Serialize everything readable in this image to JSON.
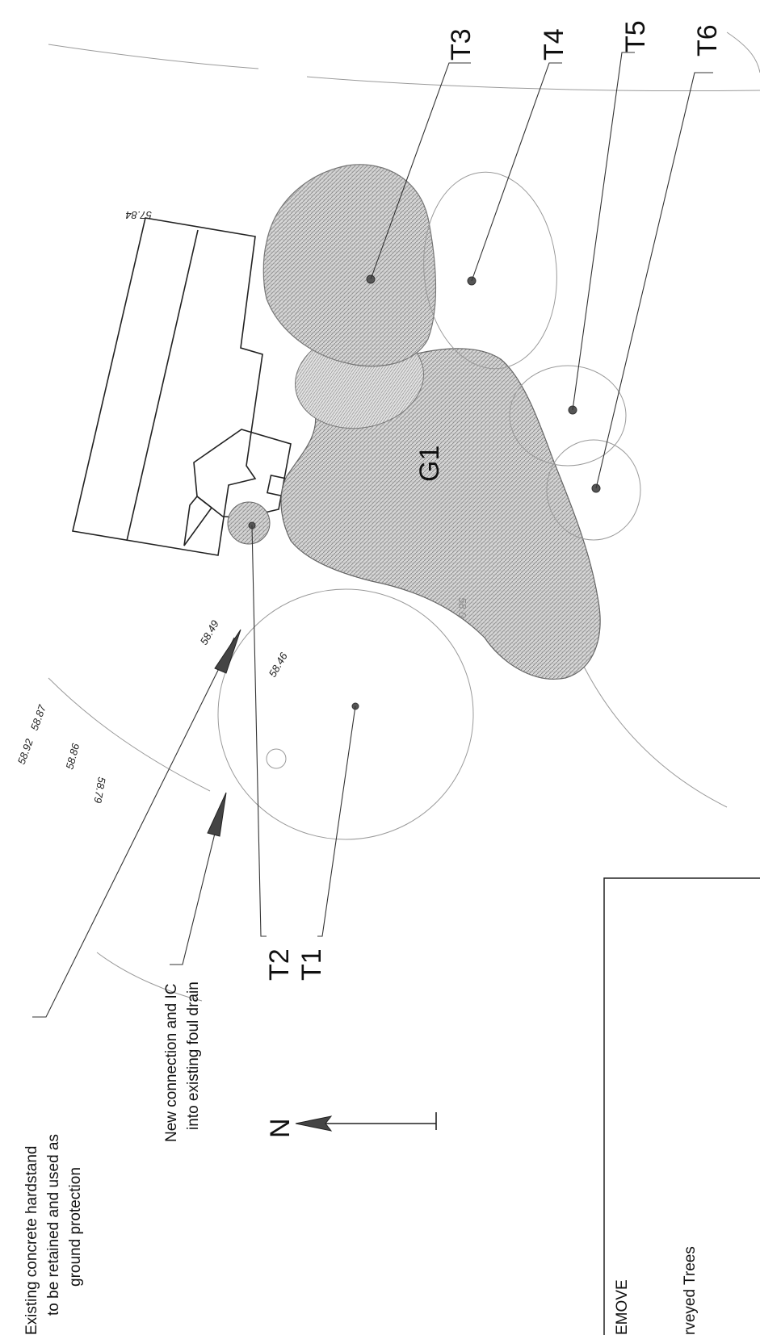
{
  "trees": {
    "t1": "T1",
    "t2": "T2",
    "t3": "T3",
    "t4": "T4",
    "t5": "T5",
    "t6": "T6",
    "g1": "G1"
  },
  "levels": {
    "l1": "57.84",
    "l2": "58.49",
    "l3": "58.46",
    "l4": "58.92",
    "l5": "58.87",
    "l6": "58.86",
    "l7": "58.79",
    "contour": "58.0"
  },
  "notes": {
    "hardstand_line1": "Existing concrete hardstand",
    "hardstand_line2": "to be retained and used as",
    "hardstand_line3": "ground protection",
    "drain_line1": "New connection and IC",
    "drain_line2": "into existing foul drain"
  },
  "north": "N",
  "legend": {
    "remove": "EMOVE",
    "surveyed": "rveyed Trees"
  },
  "colors": {
    "canopy_fill": "#c9c9c9",
    "line": "#222222"
  }
}
